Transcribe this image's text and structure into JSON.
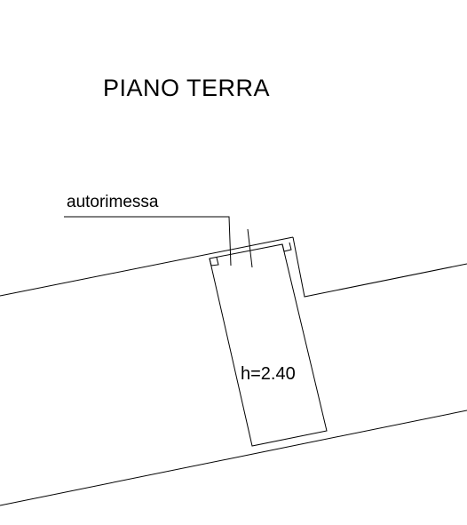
{
  "drawing": {
    "title": "PIANO TERRA",
    "room_label": "autorimessa",
    "room_height": "h=2.40",
    "stroke_color": "#000000",
    "background_color": "#ffffff"
  }
}
